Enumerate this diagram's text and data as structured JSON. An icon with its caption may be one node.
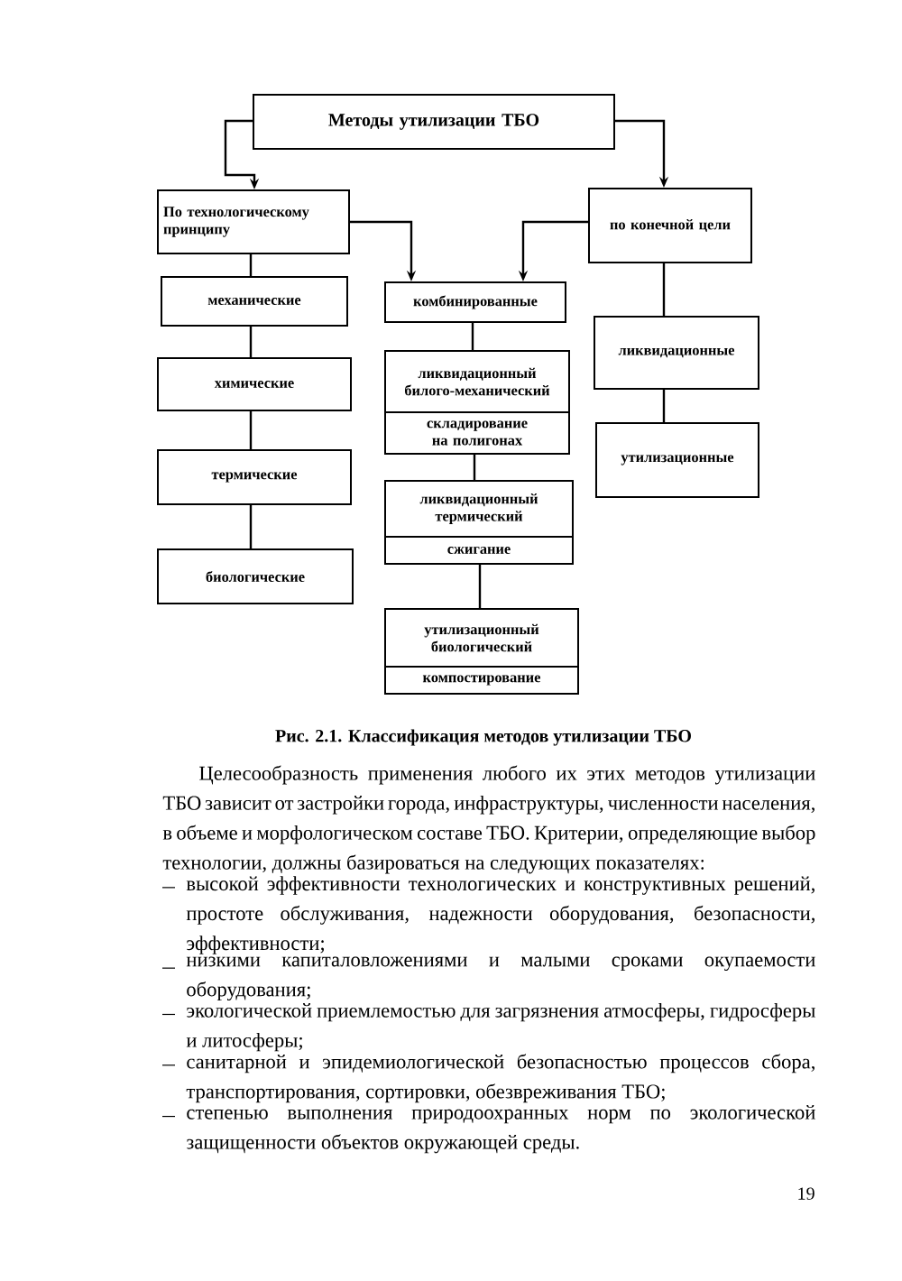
{
  "diagram": {
    "caption": "Рис. 2.1. Классификация методов утилизации ТБО",
    "nodes": [
      {
        "text": [
          "Методы утилизации ТБО"
        ]
      },
      {
        "text": [
          "По технологическому принципу"
        ]
      },
      {
        "text": [
          "по конечной цели"
        ]
      },
      {
        "text": [
          "механические"
        ]
      },
      {
        "text": [
          "комбинированные"
        ]
      },
      {
        "text": [
          "ликвидационные"
        ]
      },
      {
        "text": [
          "химические"
        ]
      },
      {
        "text": [
          "ликвидационный билого-механический"
        ]
      },
      {
        "text": [
          "складирование на полигонах"
        ]
      },
      {
        "text": [
          "утилизационные"
        ]
      },
      {
        "text": [
          "термические"
        ]
      },
      {
        "text": [
          "ликвидационный термический"
        ]
      },
      {
        "text": [
          "сжигание"
        ]
      },
      {
        "text": [
          "биологические"
        ]
      },
      {
        "text": [
          "утилизационный биологический"
        ]
      },
      {
        "text": [
          "компостирование"
        ]
      }
    ],
    "edges": [
      {
        "from": 0,
        "to": 1,
        "arrow": "to"
      },
      {
        "from": 0,
        "to": 2,
        "arrow": "to"
      },
      {
        "from": 1,
        "to": 4,
        "arrow": "to"
      },
      {
        "from": 2,
        "to": 4,
        "arrow": "to"
      },
      {
        "from": 1,
        "to": 3,
        "arrow": "none"
      },
      {
        "from": 3,
        "to": 6,
        "arrow": "none"
      },
      {
        "from": 6,
        "to": 10,
        "arrow": "none"
      },
      {
        "from": 10,
        "to": 13,
        "arrow": "none"
      },
      {
        "from": 4,
        "to": 7,
        "arrow": "none"
      },
      {
        "from": 8,
        "to": 11,
        "arrow": "none"
      },
      {
        "from": 12,
        "to": 14,
        "arrow": "none"
      },
      {
        "from": 2,
        "to": 5,
        "arrow": "none"
      },
      {
        "from": 5,
        "to": 9,
        "arrow": "none"
      }
    ],
    "labels": [
      "Целесообразность применения любого их этих методов утилизации ТБО зависит от застройки города, инфраструктуры, численности населения, в объеме и морфологическом составе ТБО. Критерии, определяющие выбор технологии, должны базироваться на следующих показателях:",
      "высокой эффективности технологических и конструктивных решений, простоте обслуживания, надежности оборудования, безопасности, эффективности;",
      "низкими капиталовложениями и малыми сроками окупаемости оборудования;",
      "экологической приемлемостью для загрязнения атмосферы, гидросферы и литосферы;",
      "санитарной и эпидемиологической безопасностью процессов сбора, транспортирования, сортировки, обезвреживания ТБО;",
      "степенью выполнения природоохранных норм по экологической защищенности объектов окружающей среды.",
      "19"
    ]
  }
}
